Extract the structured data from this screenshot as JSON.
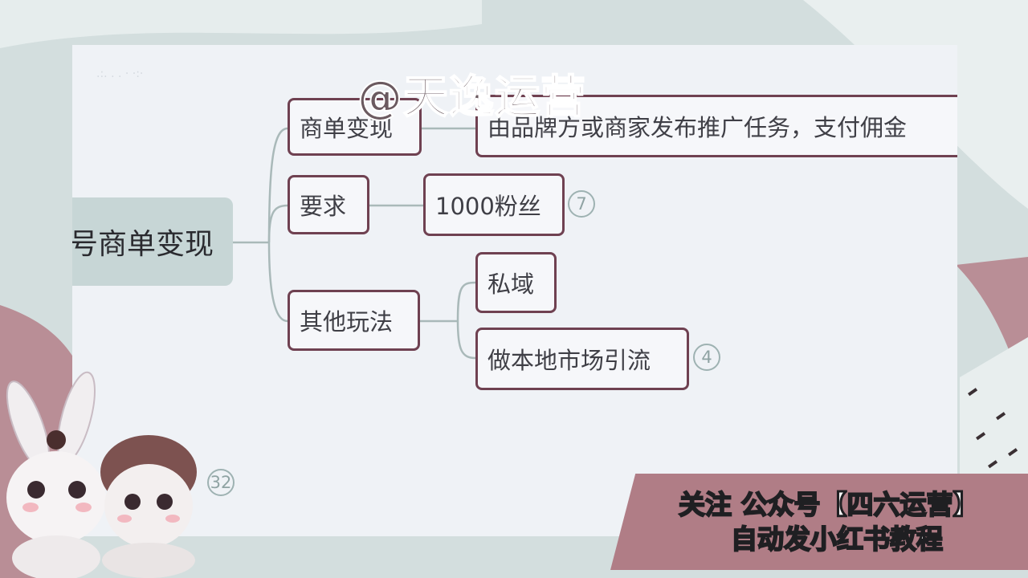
{
  "watermark": "@天逸运营",
  "root": {
    "label": "号商单变现"
  },
  "branches": {
    "shangdan": {
      "label": "商单变现",
      "detail": "由品牌方或商家发布推广任务，支付佣金"
    },
    "yaoqiu": {
      "label": "要求",
      "child": "1000粉丝",
      "badge": "7"
    },
    "qita": {
      "label": "其他玩法",
      "child1": "私域",
      "child2": "做本地市场引流",
      "badge": "4"
    }
  },
  "hidden_badge": "32",
  "banner": {
    "line1": "关注 公众号【四六运营】",
    "line2": "自动发小红书教程"
  },
  "colors": {
    "node_border": "#6f4151",
    "root_fill": "#c7d6d6",
    "banner": "#b07d86"
  }
}
